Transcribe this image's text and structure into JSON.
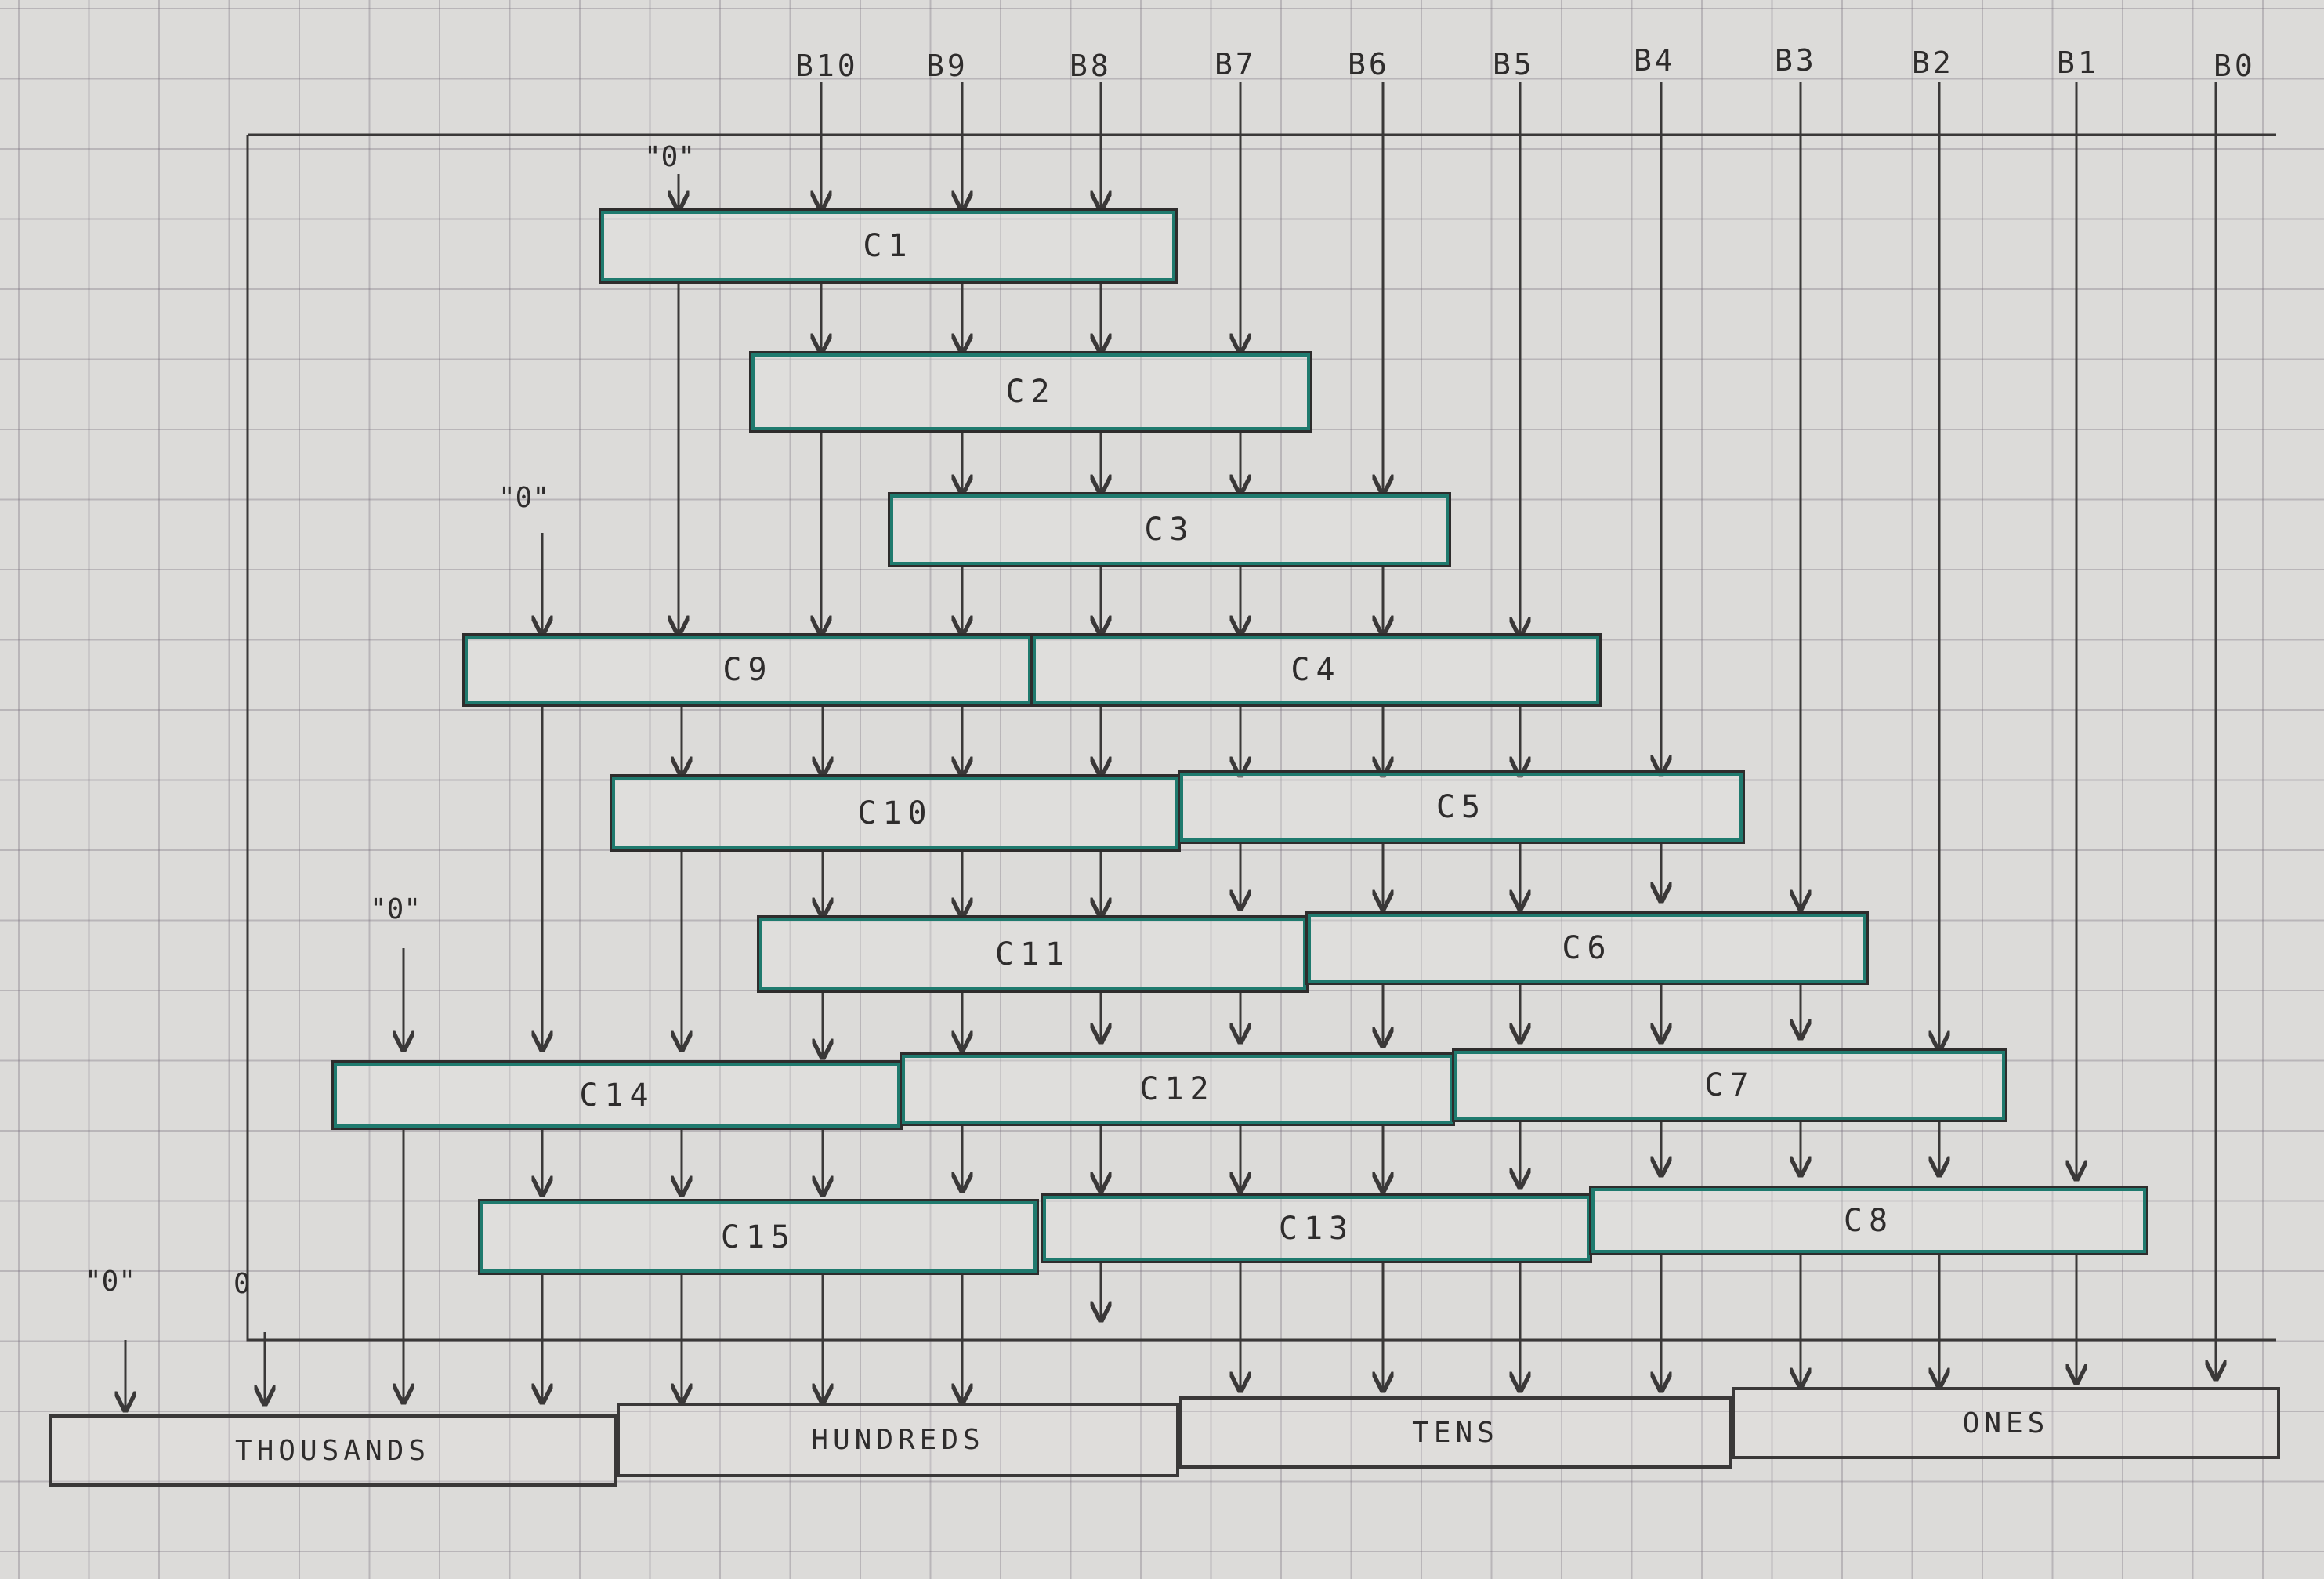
{
  "inputs": [
    "B10",
    "B9",
    "B8",
    "B7",
    "B6",
    "B5",
    "B4",
    "B3",
    "B2",
    "B1",
    "B0"
  ],
  "constants": {
    "zero_top": "\"0\"",
    "zero_mid": "\"0\"",
    "zero_low": "\"0\"",
    "zero_out": "\"0\"",
    "zero_plain": "0"
  },
  "blocks": {
    "c1": "C1",
    "c2": "C2",
    "c3": "C3",
    "c4": "C4",
    "c5": "C5",
    "c6": "C6",
    "c7": "C7",
    "c8": "C8",
    "c9": "C9",
    "c10": "C10",
    "c11": "C11",
    "c12": "C12",
    "c13": "C13",
    "c14": "C14",
    "c15": "C15"
  },
  "outputs": {
    "thousands": "THOUSANDS",
    "hundreds": "HUNDREDS",
    "tens": "TENS",
    "ones": "ONES"
  },
  "colors": {
    "block_border": "#1f7a6e",
    "ink": "#2e2c2c",
    "paper": "#dcdbd9"
  }
}
